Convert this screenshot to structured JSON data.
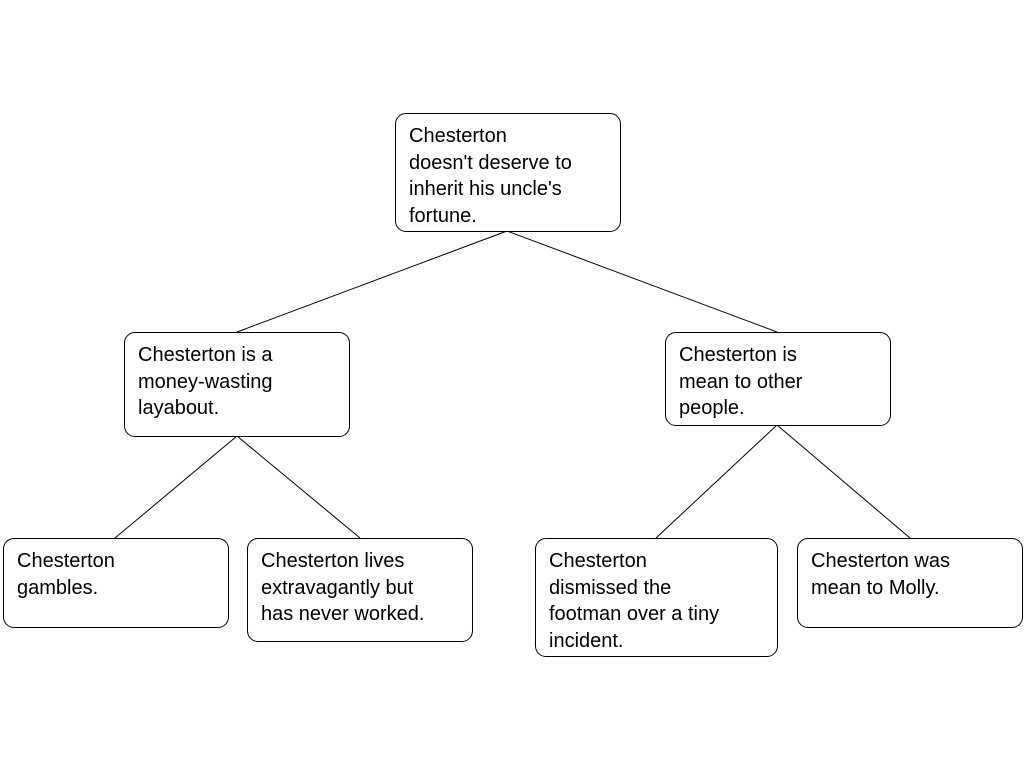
{
  "root": {
    "text": "Chesterton\ndoesn't deserve to\ninherit his uncle's\nfortune."
  },
  "left": {
    "text": "Chesterton is a\nmoney-wasting\nlayabout."
  },
  "right": {
    "text": "Chesterton is\nmean to other\npeople."
  },
  "leaves": [
    {
      "text": "Chesterton\ngambles."
    },
    {
      "text": "Chesterton lives\nextravagantly but\nhas never worked."
    },
    {
      "text": "Chesterton\ndismissed the\nfootman over a tiny\nincident."
    },
    {
      "text": "Chesterton was\nmean to Molly."
    }
  ]
}
